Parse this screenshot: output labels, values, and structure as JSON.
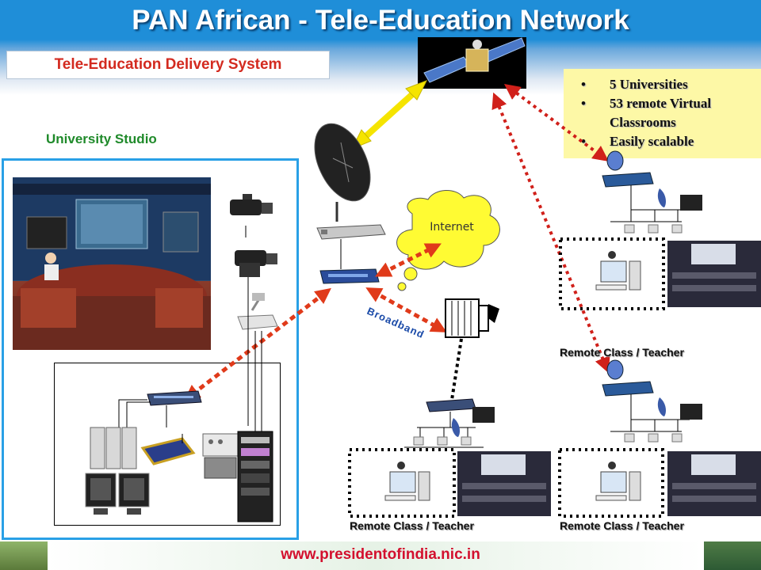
{
  "header": {
    "title": "PAN African -  Tele-Education Network",
    "subtitle": "Tele-Education Delivery System"
  },
  "studio": {
    "title": "University Studio"
  },
  "info_box": {
    "items": [
      {
        "bullet": "•",
        "text": "5 Universities"
      },
      {
        "bullet": "•",
        "text": "53 remote Virtual Classrooms"
      },
      {
        "bullet": "•",
        "text": "Easily scalable"
      }
    ]
  },
  "network": {
    "cloud_label": "Internet",
    "link_label": "Broadband"
  },
  "remote_sites": [
    {
      "label": "Remote Class / Teacher"
    },
    {
      "label": "Remote Class / Teacher"
    },
    {
      "label": "Remote Class / Teacher"
    }
  ],
  "footer": {
    "url": "www.presidentofindia.nic.in"
  },
  "colors": {
    "header_blue": "#1f8ed8",
    "subtitle_red": "#d32a1f",
    "studio_green": "#1f8a2a",
    "link_red": "#e03a1a",
    "info_yellow": "#fdf8a6",
    "satellite_link": "#f5e400"
  }
}
